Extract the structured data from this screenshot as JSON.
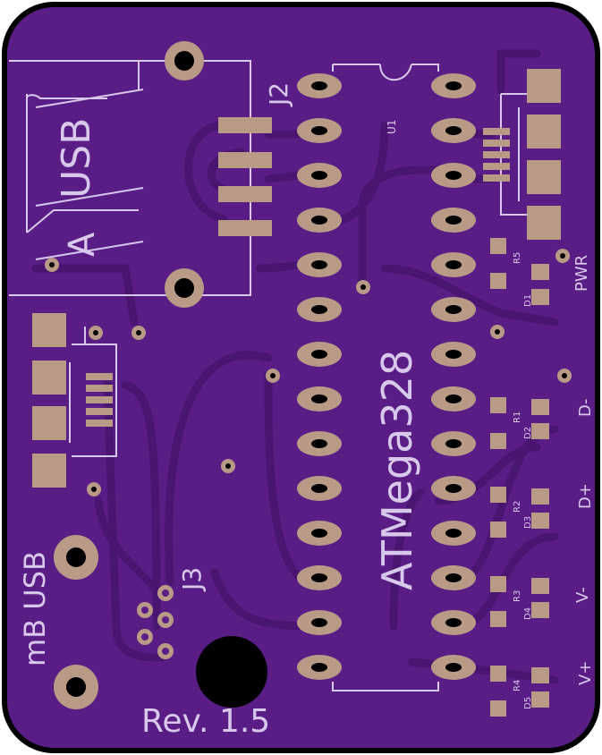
{
  "labels": {
    "usb_a_letter": "A",
    "usb_a_text": "USB",
    "j2": "J2",
    "u1": "U1",
    "mcu": "ATMega328",
    "j3": "J3",
    "mb_usb": "mB USB",
    "revision": "Rev. 1.5",
    "pwr": "PWR",
    "d_minus": "D-",
    "d_plus": "D+",
    "v_minus": "V-",
    "v_plus": "V+"
  },
  "components": {
    "r1": "R1",
    "r2": "R2",
    "r3": "R3",
    "r4": "R4",
    "r5": "R5",
    "d1": "D1",
    "d2": "D2",
    "d3": "D3",
    "d4": "D4",
    "d5": "D5"
  },
  "colors": {
    "board": "#5a1d86",
    "board_edge": "#2c0a48",
    "outline_bg": "#000000",
    "copper_trace": "#4a1570",
    "pad": "#b89a86",
    "silkscreen": "#d8c8ec"
  }
}
